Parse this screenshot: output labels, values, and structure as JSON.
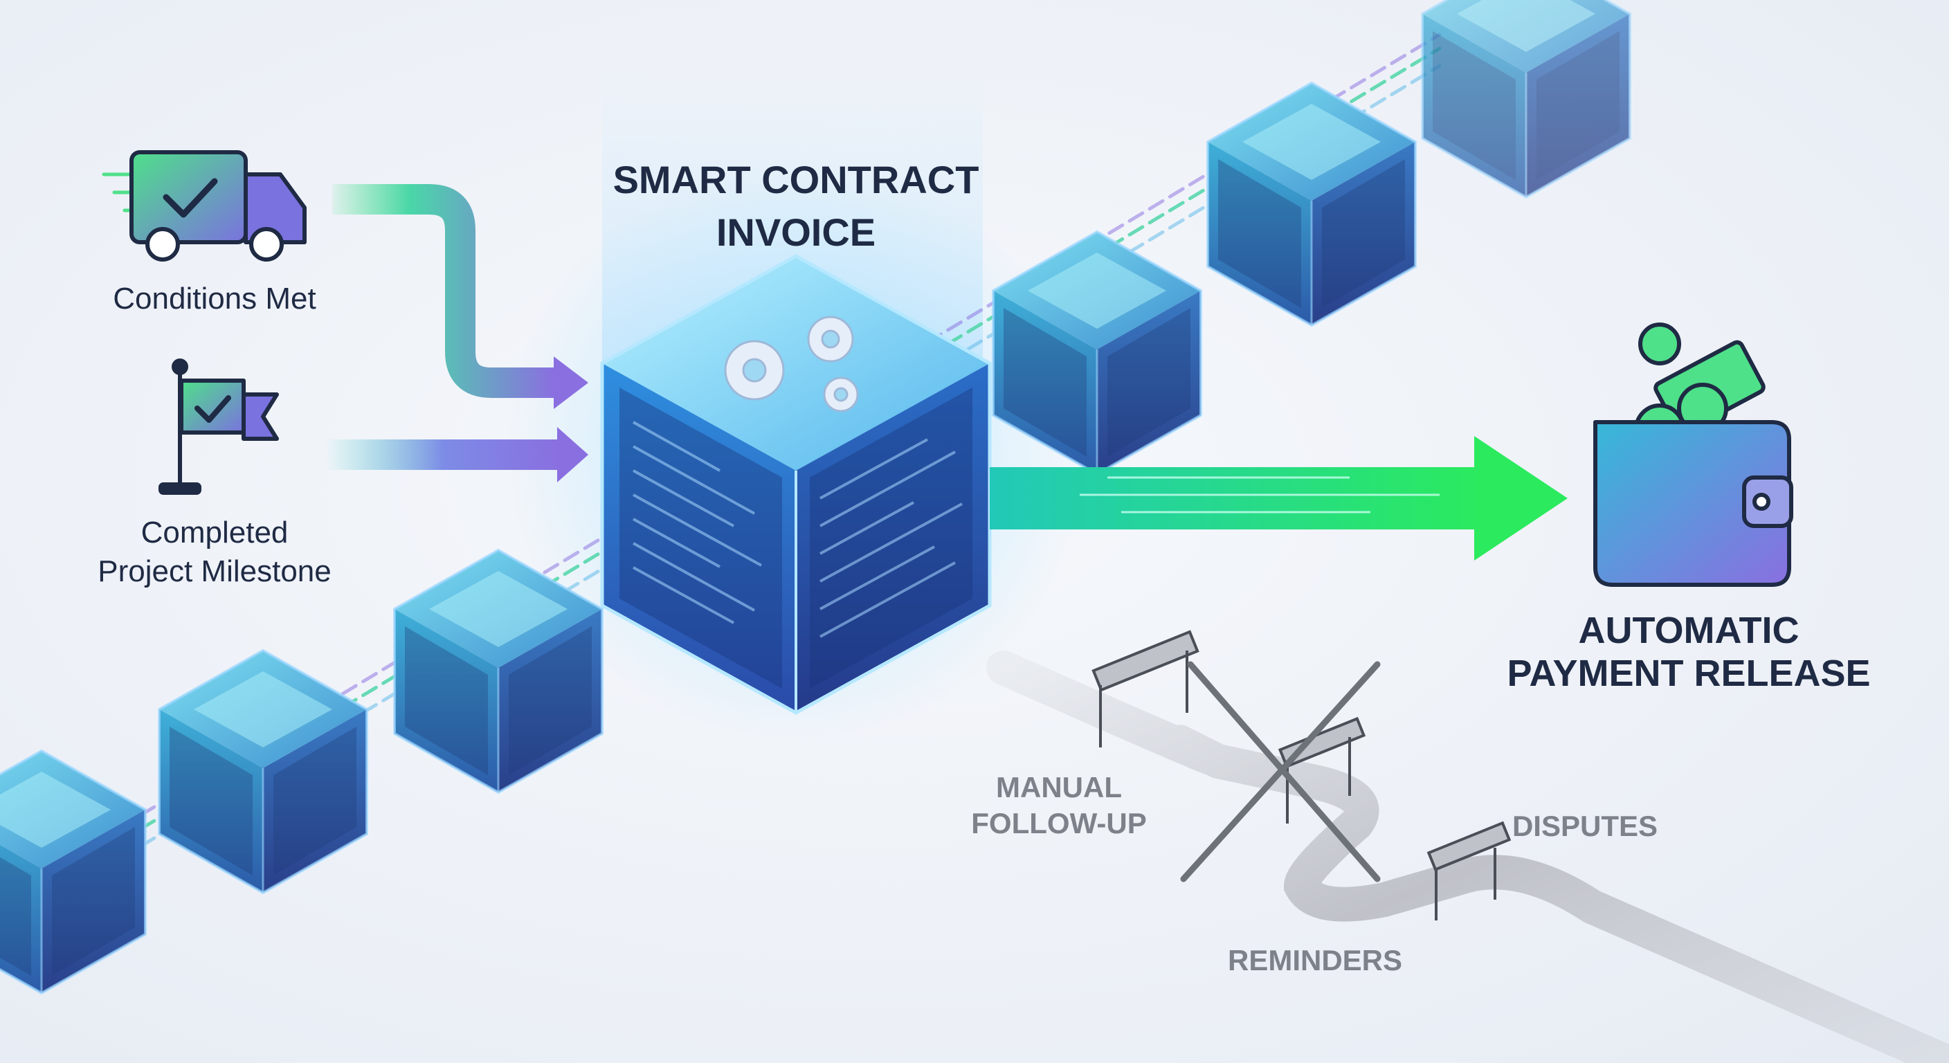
{
  "title": {
    "line1": "SMART CONTRACT",
    "line2": "INVOICE"
  },
  "triggers": [
    {
      "icon": "delivery-truck-icon",
      "label_lines": [
        "Conditions Met"
      ]
    },
    {
      "icon": "milestone-flag-icon",
      "label_lines": [
        "Completed",
        "Project Milestone"
      ]
    }
  ],
  "outcome": {
    "icon": "wallet-money-icon",
    "label_lines": [
      "AUTOMATIC",
      "PAYMENT RELEASE"
    ]
  },
  "obstacles": [
    {
      "label_lines": [
        "MANUAL",
        "FOLLOW-UP"
      ]
    },
    {
      "label_lines": [
        "DISPUTES"
      ]
    },
    {
      "label_lines": [
        "REMINDERS"
      ]
    }
  ],
  "colors": {
    "text_dark": "#1f2a44",
    "text_muted": "#7d8189",
    "accent_green": "#2bdc7a",
    "accent_purple": "#8a6fe0",
    "cube_blue": "#3f79c8"
  }
}
